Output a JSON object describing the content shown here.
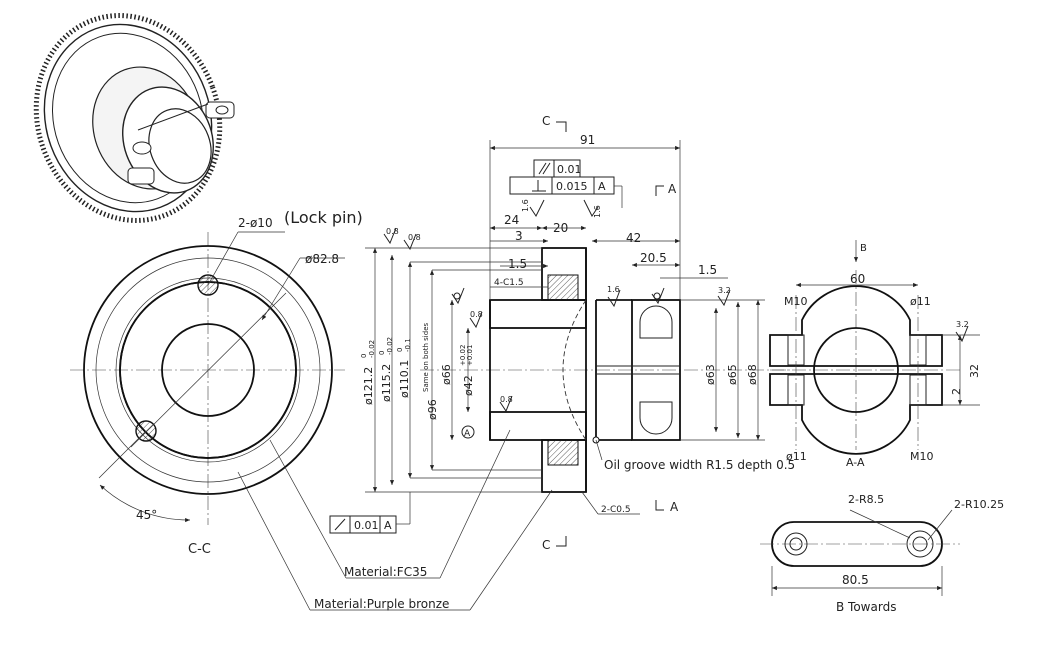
{
  "views": {
    "cc": {
      "lock_pin": "2-ø10",
      "lock_pin_note": "(Lock pin)",
      "diameter": "ø82.8",
      "angle": "45°",
      "label": "C-C"
    },
    "main": {
      "length": "91",
      "section_mark_top": "C",
      "section_mark_bottom": "C",
      "section_a_top": "A",
      "section_a_bottom": "A",
      "tol_parallel_value": "0.01",
      "tol_perp_value": "0.015",
      "tol_perp_datum": "A",
      "tol_runout_value": "0.01",
      "tol_runout_datum": "A",
      "dim_24": "24",
      "dim_20": "20",
      "dim_3": "3",
      "dim_42": "42",
      "dim_20_5": "20.5",
      "dim_1_5_right": "1.5",
      "dim_1_5_left": "1.5",
      "chamfer": "4-C1.5",
      "chamfer_small": "2-C0.5",
      "d121": "ø121.2",
      "d121_tol_up": "0",
      "d121_tol_low": "-0.02",
      "d115": "ø115.2",
      "d115_tol_up": "0",
      "d115_tol_low": "-0.02",
      "d110": "ø110.1",
      "d110_tol_up": "0",
      "d110_tol_low": "-0.1",
      "d110_note": "Same on both sides",
      "d96": "ø96",
      "d66": "ø66",
      "d42": "ø42",
      "d42_tol_up": "+0.02",
      "d42_tol_low": "+0.01",
      "d63": "ø63",
      "d65": "ø65",
      "d68": "ø68",
      "rough_1_6_a": "1.6",
      "rough_1_6_b": "1.6",
      "rough_1_6_c": "1.6",
      "rough_0_8_a": "0.8",
      "rough_0_8_b": "0.8",
      "rough_0_8_c": "0.8",
      "rough_0_8_d": "0.8",
      "rough_3_2": "3.2",
      "datum": "A",
      "oil_groove": "Oil groove width R1.5 depth 0.5"
    },
    "aa": {
      "view_b": "B",
      "width": "60",
      "m10_top": "M10",
      "d11_top": "ø11",
      "d11_bottom": "ø11",
      "m10_bottom": "M10",
      "dim_32": "32",
      "dim_2": "2",
      "rough": "3.2",
      "label": "A-A"
    },
    "b_view": {
      "r8_5": "2-R8.5",
      "r10_25": "2-R10.25",
      "length": "80.5",
      "label": "B Towards"
    },
    "materials": {
      "fc35": "Material:FC35",
      "bronze": "Material:Purple bronze"
    }
  }
}
